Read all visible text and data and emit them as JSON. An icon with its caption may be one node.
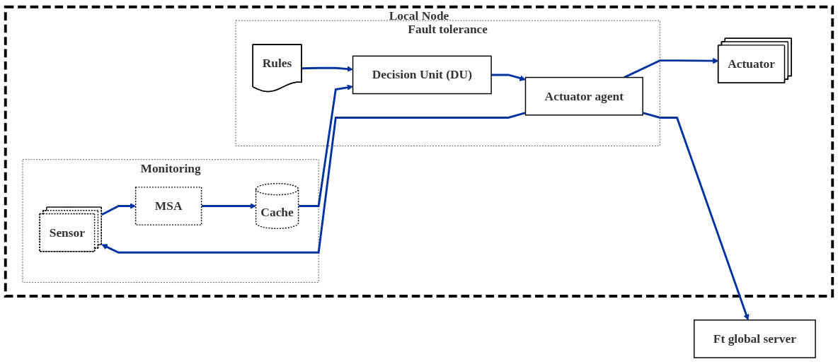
{
  "diagram": {
    "nodes": [
      {
        "text": [
          "Local Node"
        ]
      },
      {
        "text": [
          "Monitoring"
        ],
        "in": 0
      },
      {
        "text": [
          "Sensor"
        ],
        "in": 1
      },
      {
        "text": [
          "MSA"
        ],
        "in": 1
      },
      {
        "text": [
          "Cache"
        ],
        "in": 1
      },
      {
        "text": [
          "Fault tolerance"
        ],
        "in": 0
      },
      {
        "text": [
          "Decision Unit (DU)"
        ],
        "in": 5
      },
      {
        "text": [
          "Rules"
        ],
        "in": 5
      },
      {
        "text": [
          "Actuator agent"
        ],
        "in": 5
      },
      {
        "text": [
          "Actuator"
        ],
        "in": 0
      },
      {
        "text": [
          "Ft global server"
        ]
      }
    ],
    "edges": [
      {
        "from": 8,
        "to": 2,
        "arrow": "to"
      },
      {
        "from": 2,
        "to": 3,
        "arrow": "to"
      },
      {
        "from": 3,
        "to": 4,
        "arrow": "to"
      },
      {
        "from": 4,
        "to": 6,
        "arrow": "to"
      },
      {
        "from": 7,
        "to": 6,
        "arrow": "to"
      },
      {
        "from": 6,
        "to": 8,
        "arrow": "to"
      },
      {
        "from": 8,
        "to": 9,
        "arrow": "to"
      },
      {
        "from": 8,
        "to": 10,
        "arrow": "to"
      }
    ]
  }
}
